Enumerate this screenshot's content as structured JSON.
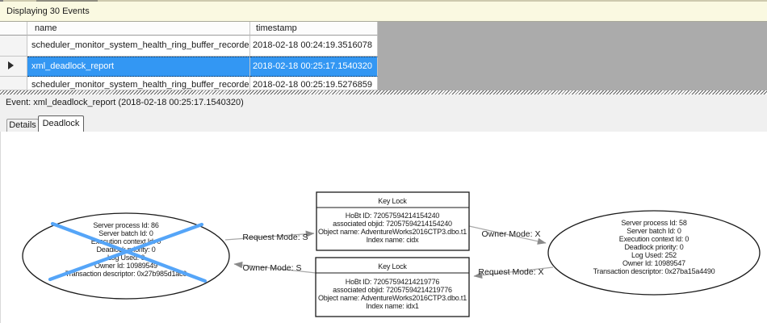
{
  "status_bar": {
    "text": "Displaying 30 Events"
  },
  "table": {
    "columns": {
      "name": "name",
      "timestamp": "timestamp"
    },
    "rows": [
      {
        "name": "scheduler_monitor_system_health_ring_buffer_recorded",
        "timestamp": "2018-02-18 00:24:19.3516078",
        "selected": false
      },
      {
        "name": "xml_deadlock_report",
        "timestamp": "2018-02-18 00:25:17.1540320",
        "selected": true
      },
      {
        "name": "scheduler_monitor_system_health_ring_buffer_recorded",
        "timestamp": "2018-02-18 00:25:19.5276859",
        "selected": false
      }
    ]
  },
  "event_line": {
    "text": "Event: xml_deadlock_report (2018-02-18 00:25:17.1540320)"
  },
  "tabs": [
    {
      "label": "Details",
      "active": false
    },
    {
      "label": "Deadlock",
      "active": true
    }
  ],
  "graph": {
    "process_left": {
      "victim": true,
      "lines": [
        "Server process Id: 86",
        "Server batch Id: 0",
        "Execution context Id: 0",
        "Deadlock priority: 0",
        "Log Used: 0",
        "Owner Id: 10989549",
        "Transaction descriptor: 0x27b985d1ac0"
      ]
    },
    "process_right": {
      "victim": false,
      "lines": [
        "Server process Id: 58",
        "Server batch Id: 0",
        "Execution context Id: 0",
        "Deadlock priority: 0",
        "Log Used: 252",
        "Owner Id: 10989547",
        "Transaction descriptor: 0x27ba15a4490"
      ]
    },
    "resource_top": {
      "title": "Key Lock",
      "lines": [
        "HoBt ID: 72057594214154240",
        "associated objid: 72057594214154240",
        "Object name: AdventureWorks2016CTP3.dbo.t1",
        "Index name: cidx"
      ]
    },
    "resource_bottom": {
      "title": "Key Lock",
      "lines": [
        "HoBt ID: 72057594214219776",
        "associated objid: 72057594214219776",
        "Object name: AdventureWorks2016CTP3.dbo.t1",
        "Index name: idx1"
      ]
    },
    "edges": {
      "request_s": "Request Mode: S",
      "owner_s": "Owner Mode: S",
      "owner_x": "Owner Mode: X",
      "request_x": "Request Mode: X"
    },
    "colors": {
      "victim_x": "#55a5f8",
      "arrow": "#8a8a8a",
      "selection": "#3397f3",
      "status_bar_bg": "#faf9e1"
    }
  }
}
